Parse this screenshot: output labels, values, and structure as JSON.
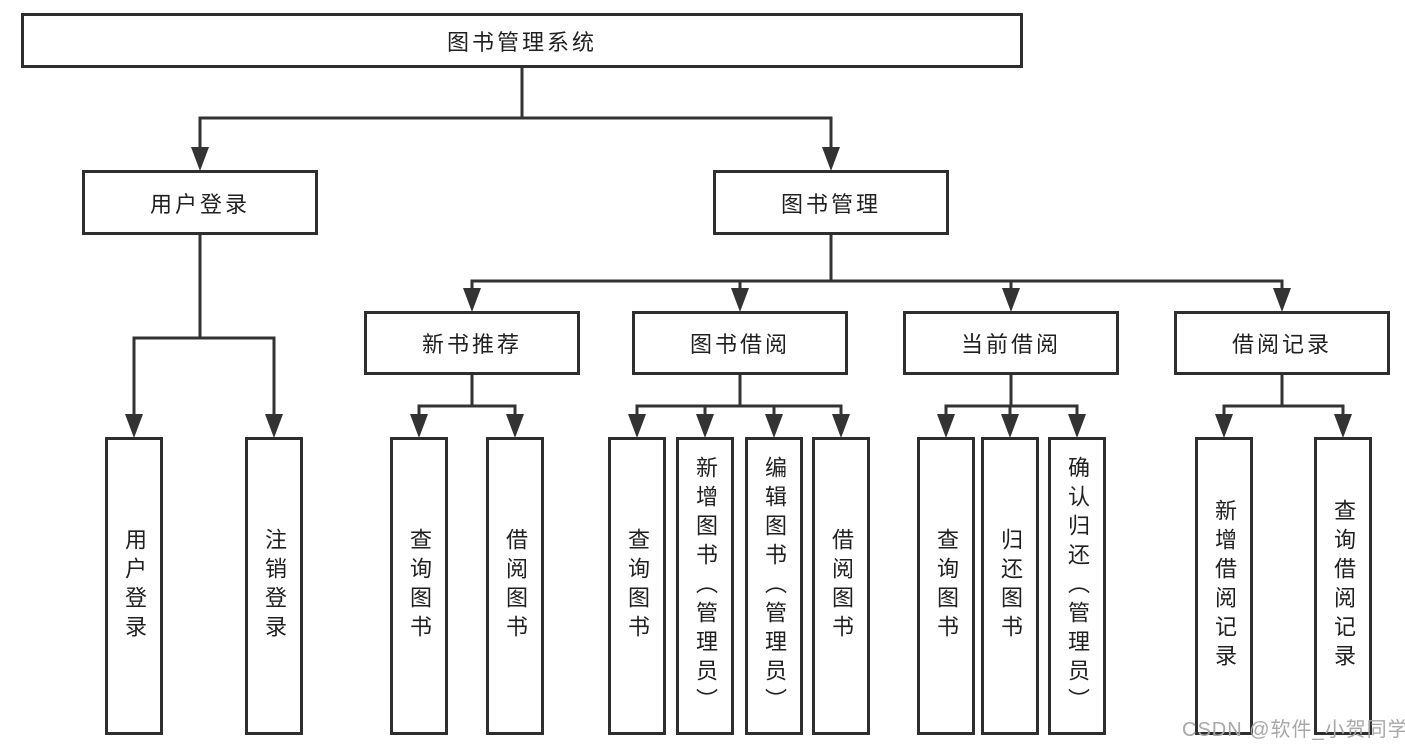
{
  "diagram": {
    "title": "图书管理系统",
    "nodes": {
      "root": {
        "label": "图书管理系统"
      },
      "user_login": {
        "label": "用户登录"
      },
      "book_mgmt": {
        "label": "图书管理"
      },
      "new_book_rec": {
        "label": "新书推荐"
      },
      "book_borrow": {
        "label": "图书借阅"
      },
      "current_borrow": {
        "label": "当前借阅"
      },
      "borrow_record": {
        "label": "借阅记录"
      },
      "leaf_user_login": {
        "label": "用户登录"
      },
      "leaf_logout": {
        "label": "注销登录"
      },
      "leaf_nbr_query": {
        "label": "查询图书"
      },
      "leaf_nbr_borrow": {
        "label": "借阅图书"
      },
      "leaf_bb_query": {
        "label": "查询图书"
      },
      "leaf_bb_add": {
        "label": "新增图书（管理员）"
      },
      "leaf_bb_edit": {
        "label": "编辑图书（管理员）"
      },
      "leaf_bb_borrow": {
        "label": "借阅图书"
      },
      "leaf_cb_query": {
        "label": "查询图书"
      },
      "leaf_cb_return": {
        "label": "归还图书"
      },
      "leaf_cb_confirm": {
        "label": "确认归还（管理员）"
      },
      "leaf_br_add": {
        "label": "新增借阅记录"
      },
      "leaf_br_query": {
        "label": "查询借阅记录"
      }
    },
    "edges": [
      [
        "root",
        "user_login"
      ],
      [
        "root",
        "book_mgmt"
      ],
      [
        "user_login",
        "leaf_user_login"
      ],
      [
        "user_login",
        "leaf_logout"
      ],
      [
        "book_mgmt",
        "new_book_rec"
      ],
      [
        "book_mgmt",
        "book_borrow"
      ],
      [
        "book_mgmt",
        "current_borrow"
      ],
      [
        "book_mgmt",
        "borrow_record"
      ],
      [
        "new_book_rec",
        "leaf_nbr_query"
      ],
      [
        "new_book_rec",
        "leaf_nbr_borrow"
      ],
      [
        "book_borrow",
        "leaf_bb_query"
      ],
      [
        "book_borrow",
        "leaf_bb_add"
      ],
      [
        "book_borrow",
        "leaf_bb_edit"
      ],
      [
        "book_borrow",
        "leaf_bb_borrow"
      ],
      [
        "current_borrow",
        "leaf_cb_query"
      ],
      [
        "current_borrow",
        "leaf_cb_return"
      ],
      [
        "current_borrow",
        "leaf_cb_confirm"
      ],
      [
        "borrow_record",
        "leaf_br_add"
      ],
      [
        "borrow_record",
        "leaf_br_query"
      ]
    ],
    "colors": {
      "line": "#333333",
      "box_border": "#2e2e2e",
      "text": "#1f1f1f",
      "background": "#ffffff",
      "watermark": "#a8a8a8"
    }
  },
  "watermark": {
    "text": "CSDN @软件_小贺同学"
  }
}
